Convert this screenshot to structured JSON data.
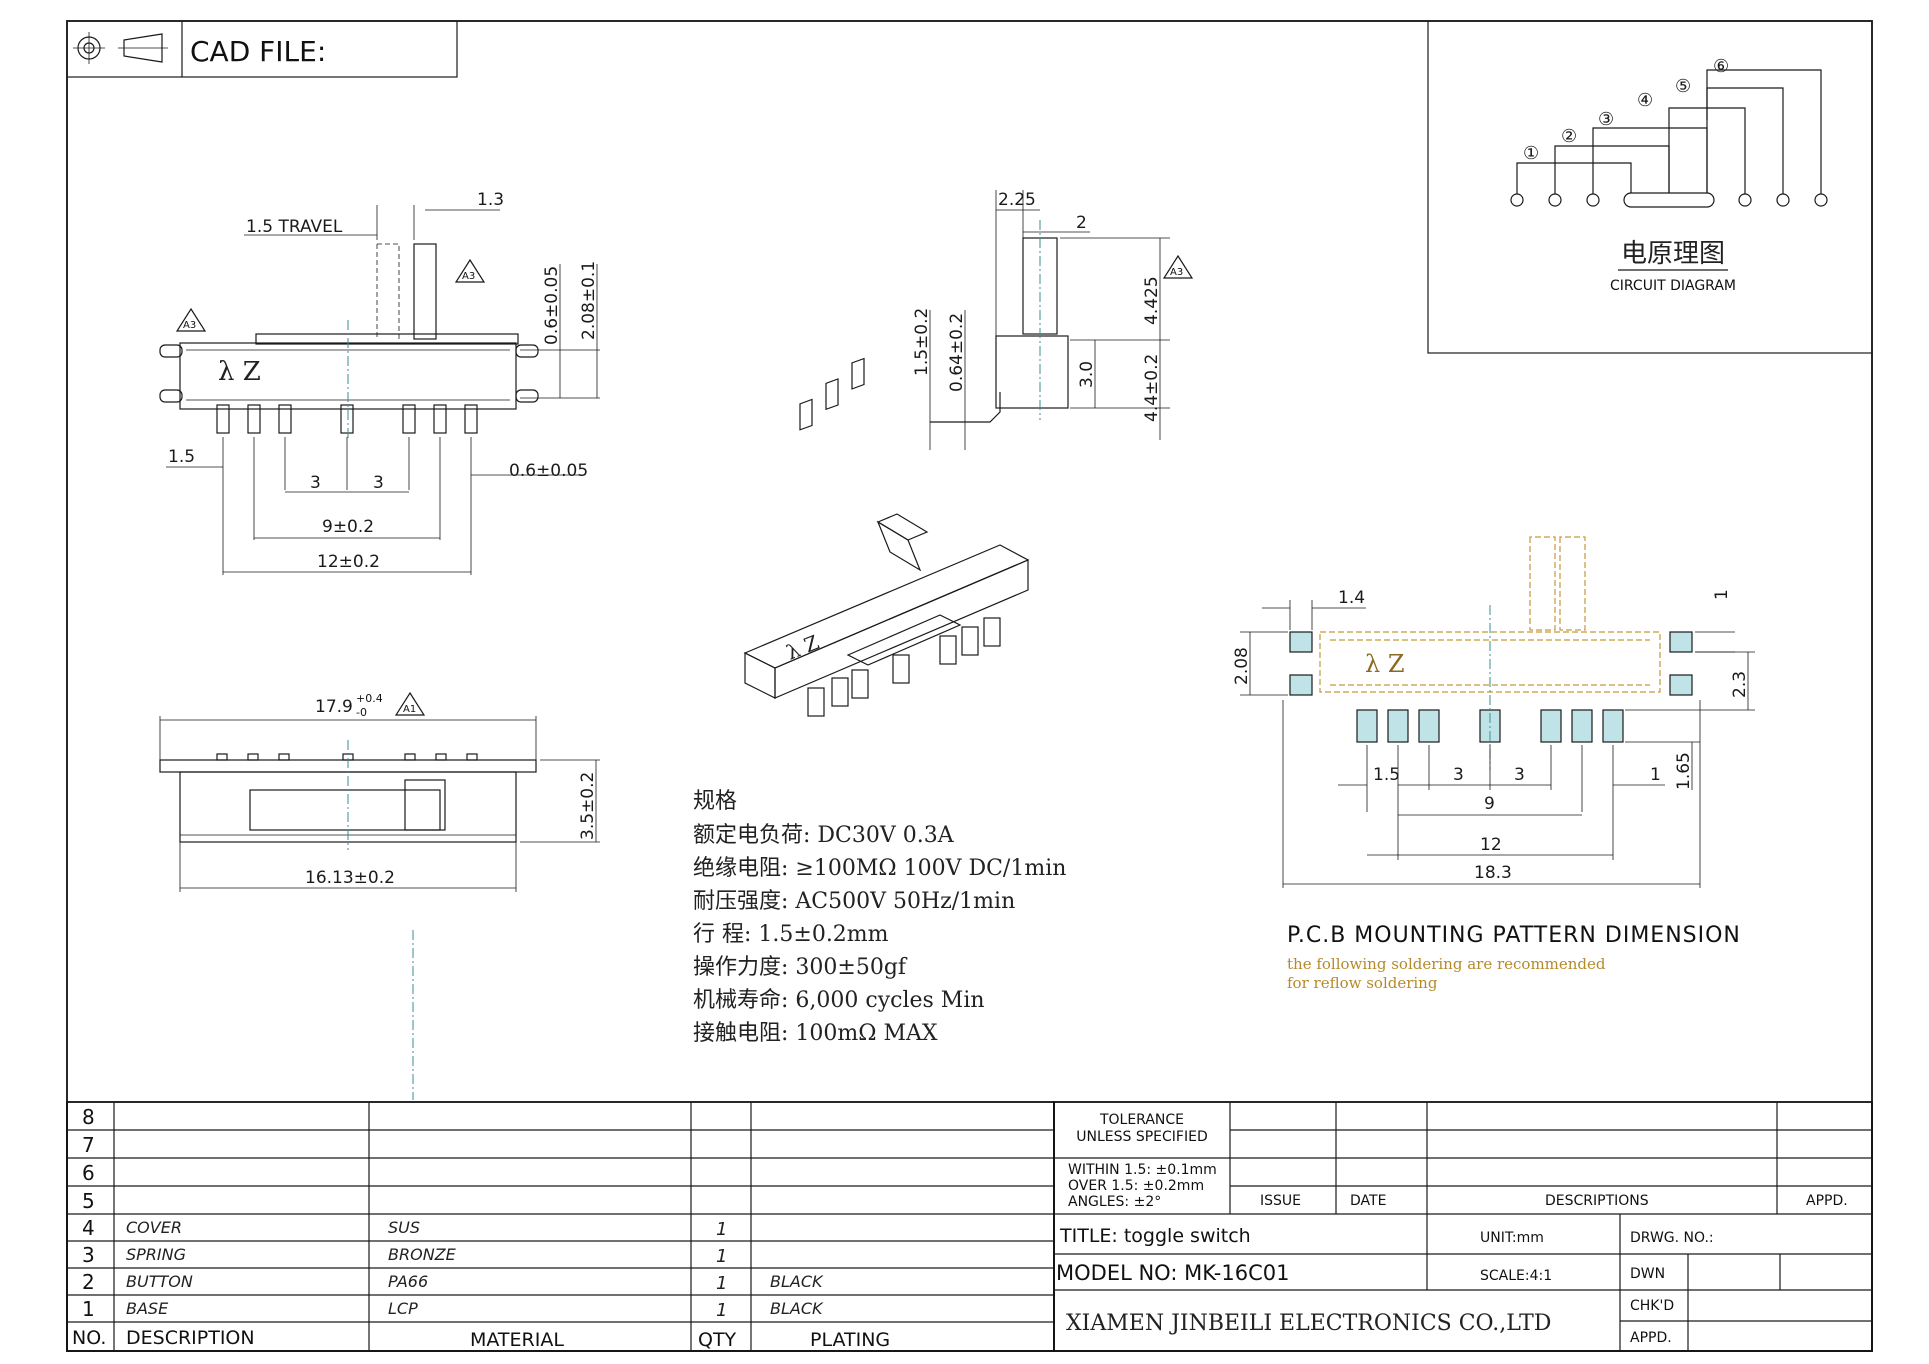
{
  "header": {
    "cad_file_label": "CAD FILE:"
  },
  "circuit": {
    "pins": [
      "①",
      "②",
      "③",
      "④",
      "⑤",
      "⑥"
    ],
    "title_cn": "电原理图",
    "title_en": "CIRCUIT DIAGRAM"
  },
  "dimensions": {
    "travel": "1.5 TRAVEL",
    "d_1_3": "1.3",
    "d_0_6": "0.6±0.05",
    "d_2_08": "2.08±0.1",
    "d_1_5a": "1.5",
    "d_3a": "3",
    "d_3b": "3",
    "d_0_6b": "0.6±0.05",
    "d_9": "9±0.2",
    "d_12": "12±0.2",
    "side_2_25": "2.25",
    "side_2": "2",
    "side_4_425": "4.425",
    "side_1_5": "1.5±0.2",
    "side_0_64": "0.64±0.2",
    "side_3_0": "3.0",
    "side_4_4": "4.4±0.2",
    "bottom_17_9": "17.9",
    "bottom_17_9_tol_plus": "+0.4",
    "bottom_17_9_tol_minus": "-0",
    "bottom_3_5": "3.5±0.2",
    "bottom_16_13": "16.13±0.2",
    "rev_a1": "A1",
    "rev_a3": "A3",
    "marking": "λ Z"
  },
  "pcb": {
    "d_1_4": "1.4",
    "d_1": "1",
    "d_2_08": "2.08",
    "d_2_3": "2.3",
    "d_1_5": "1.5",
    "d_3a": "3",
    "d_3b": "3",
    "d_1b": "1",
    "d_1_65": "1.65",
    "d_9": "9",
    "d_12": "12",
    "d_18_3": "18.3",
    "title": "P.C.B MOUNTING PATTERN DIMENSION",
    "note_1": "the following soldering are recommended",
    "note_2": "for reflow soldering"
  },
  "specs": [
    "规格",
    "额定电负荷:  DC30V 0.3A",
    "绝缘电阻: ≥100MΩ 100V DC/1min",
    "耐压强度: AC500V  50Hz/1min",
    "行    程: 1.5±0.2mm",
    "操作力度: 300±50gf",
    "机械寿命: 6,000 cycles Min",
    "接触电阻: 100mΩ  MAX"
  ],
  "bom": {
    "headers": {
      "no": "NO.",
      "description": "DESCRIPTION",
      "material": "MATERIAL",
      "qty": "QTY",
      "plating": "PLATING"
    },
    "rows": [
      {
        "no": "8",
        "description": "",
        "material": "",
        "qty": "",
        "plating": ""
      },
      {
        "no": "7",
        "description": "",
        "material": "",
        "qty": "",
        "plating": ""
      },
      {
        "no": "6",
        "description": "",
        "material": "",
        "qty": "",
        "plating": ""
      },
      {
        "no": "5",
        "description": "",
        "material": "",
        "qty": "",
        "plating": ""
      },
      {
        "no": "4",
        "description": "COVER",
        "material": "SUS",
        "qty": "1",
        "plating": ""
      },
      {
        "no": "3",
        "description": "SPRING",
        "material": "BRONZE",
        "qty": "1",
        "plating": ""
      },
      {
        "no": "2",
        "description": "BUTTON",
        "material": "PA66",
        "qty": "1",
        "plating": "BLACK"
      },
      {
        "no": "1",
        "description": "BASE",
        "material": "LCP",
        "qty": "1",
        "plating": "BLACK"
      }
    ]
  },
  "title_block": {
    "tolerance_1": "TOLERANCE",
    "tolerance_2": "UNLESS SPECIFIED",
    "within": "WITHIN 1.5: ±0.1mm",
    "over": "OVER 1.5:  ±0.2mm",
    "angles": "ANGLES: ±2°",
    "issue": "ISSUE",
    "date": "DATE",
    "descriptions": "DESCRIPTIONS",
    "appd_top": "APPD.",
    "title": "TITLE: toggle switch",
    "unit": "UNIT:mm",
    "drwg_no": "DRWG. NO.:",
    "model": "MODEL NO: MK-16C01",
    "scale": "SCALE:4:1",
    "dwn": "DWN",
    "company": "XIAMEN JINBEILI ELECTRONICS CO.,LTD",
    "chkd": "CHK'D",
    "appd": "APPD."
  },
  "colors": {
    "pad_fill": "#bfe3e6",
    "outline_gold": "#c59a3a",
    "centerline": "#3a8f8a"
  }
}
